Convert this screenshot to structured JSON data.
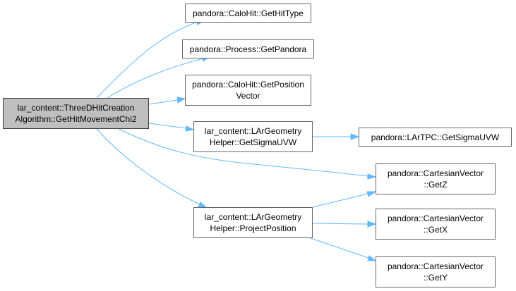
{
  "diagram": {
    "colors": {
      "edge": "#63b8ff",
      "root_fill": "#bfbfbf",
      "root_border": "#404040",
      "node_border": "#666666",
      "node_fill": "#ffffff"
    },
    "nodes": {
      "root": {
        "lines": [
          "lar_content::ThreeDHitCreation",
          "Algorithm::GetHitMovementChi2"
        ]
      },
      "hittype": {
        "lines": [
          "pandora::CaloHit::GetHitType"
        ]
      },
      "pandora": {
        "lines": [
          "pandora::Process::GetPandora"
        ]
      },
      "posvec": {
        "lines": [
          "pandora::CaloHit::GetPosition",
          "Vector"
        ]
      },
      "geosig": {
        "lines": [
          "lar_content::LArGeometry",
          "Helper::GetSigmaUVW"
        ]
      },
      "tpcsig": {
        "lines": [
          "pandora::LArTPC::GetSigmaUVW"
        ]
      },
      "getz": {
        "lines": [
          "pandora::CartesianVector",
          "::GetZ"
        ]
      },
      "proj": {
        "lines": [
          "lar_content::LArGeometry",
          "Helper::ProjectPosition"
        ]
      },
      "getx": {
        "lines": [
          "pandora::CartesianVector",
          "::GetX"
        ]
      },
      "gety": {
        "lines": [
          "pandora::CartesianVector",
          "::GetY"
        ]
      }
    },
    "edges": [
      {
        "from": "root",
        "to": "hittype"
      },
      {
        "from": "root",
        "to": "pandora"
      },
      {
        "from": "root",
        "to": "posvec"
      },
      {
        "from": "root",
        "to": "geosig"
      },
      {
        "from": "root",
        "to": "getz"
      },
      {
        "from": "root",
        "to": "proj"
      },
      {
        "from": "geosig",
        "to": "tpcsig"
      },
      {
        "from": "proj",
        "to": "getz"
      },
      {
        "from": "proj",
        "to": "getx"
      },
      {
        "from": "proj",
        "to": "gety"
      }
    ]
  }
}
